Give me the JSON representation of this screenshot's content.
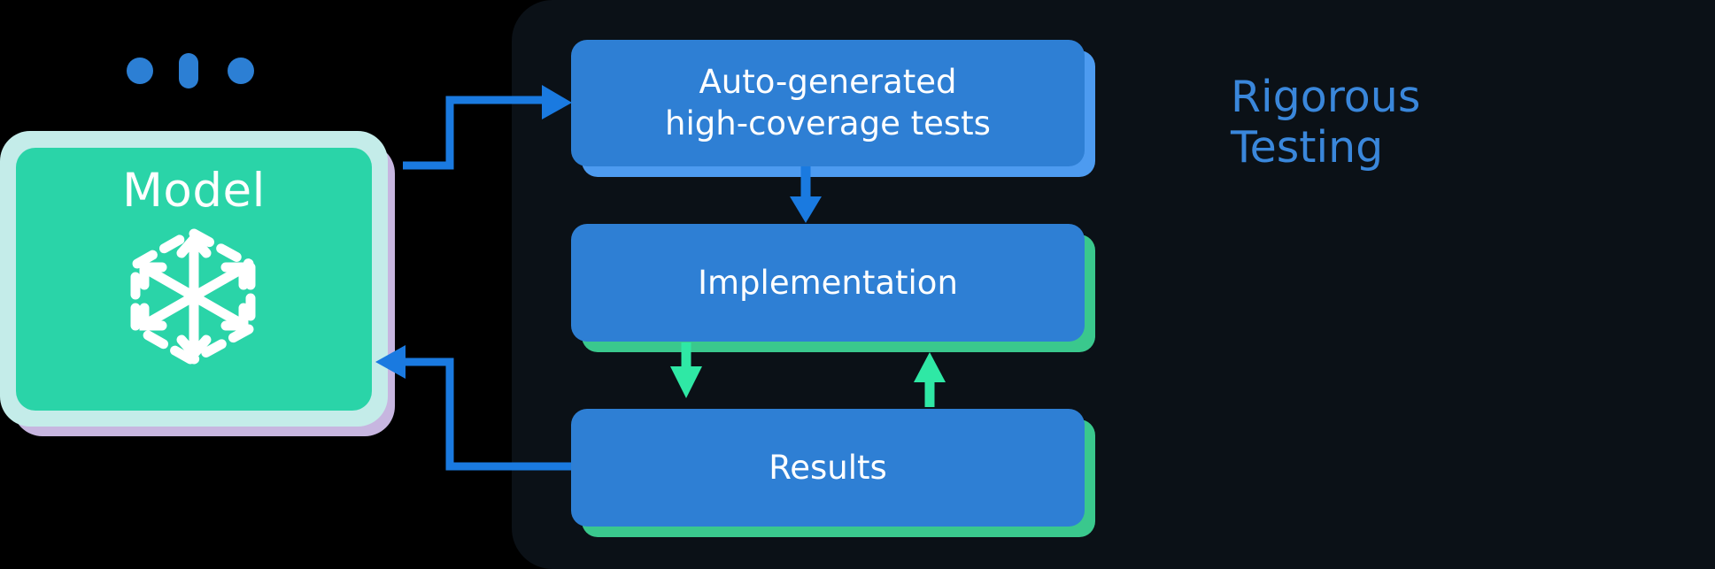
{
  "diagram": {
    "title": "Rigorous Testing",
    "title_lines": [
      "Rigorous",
      "Testing"
    ],
    "colors": {
      "background": "#000000",
      "panel": "#0b1117",
      "box_blue": "#2e7fd4",
      "box_blue_shadow": "#4d9bf0",
      "box_green_shadow": "#3ac88d",
      "model_green": "#2ad4a8",
      "model_frame": "#c4ece9",
      "model_shadow": "#c7b6e0",
      "arrow_blue": "#1a7ae0",
      "arrow_green": "#2fe8a5",
      "title_blue": "#3a87db",
      "text_white": "#ffffff"
    },
    "model": {
      "label": "Model",
      "icon": "hexagon-nodes-icon"
    },
    "decoration": {
      "dots": [
        "dot-circle",
        "dot-pill",
        "dot-circle"
      ]
    },
    "nodes": [
      {
        "id": "tests",
        "label_lines": [
          "Auto-generated",
          "high-coverage tests"
        ],
        "label": "Auto-generated high-coverage tests",
        "shadow": "blue"
      },
      {
        "id": "impl",
        "label_lines": [
          "Implementation"
        ],
        "label": "Implementation",
        "shadow": "green"
      },
      {
        "id": "results",
        "label_lines": [
          "Results"
        ],
        "label": "Results",
        "shadow": "green"
      }
    ],
    "edges": [
      {
        "id": "model-to-tests",
        "from": "model",
        "to": "tests",
        "color": "blue"
      },
      {
        "id": "tests-to-impl",
        "from": "tests",
        "to": "impl",
        "color": "blue"
      },
      {
        "id": "impl-to-results",
        "from": "impl",
        "to": "results",
        "color": "green"
      },
      {
        "id": "results-to-impl",
        "from": "results",
        "to": "impl",
        "color": "green"
      },
      {
        "id": "results-to-model",
        "from": "results",
        "to": "model",
        "color": "blue"
      }
    ]
  }
}
